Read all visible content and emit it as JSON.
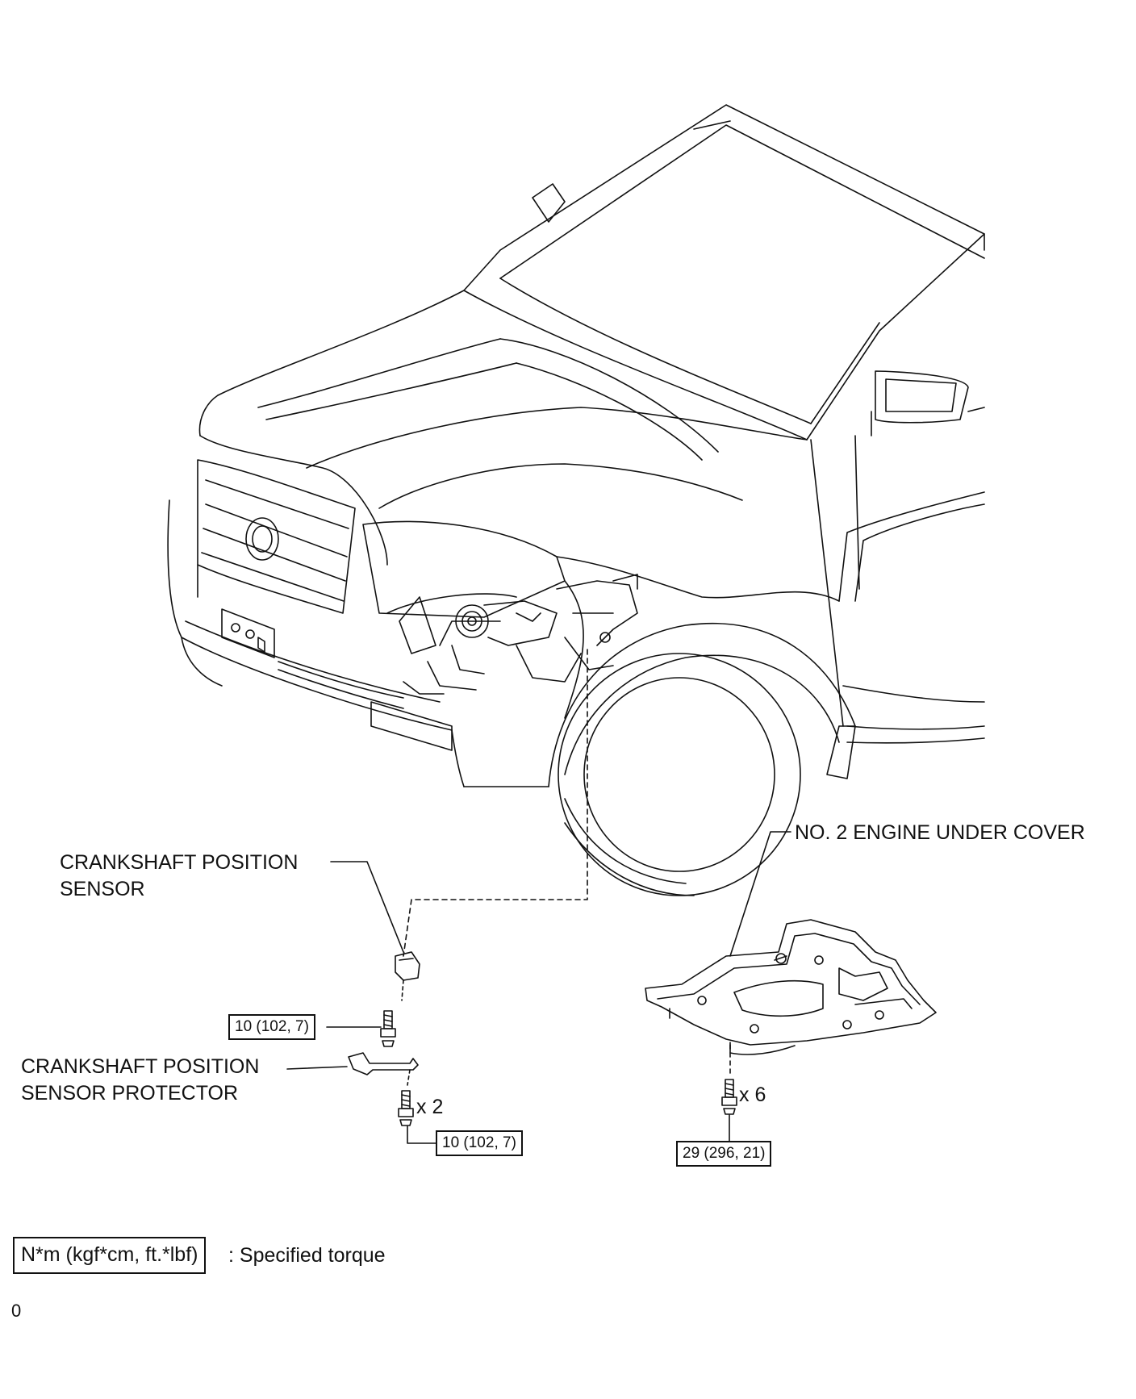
{
  "labels": {
    "crankshaft_sensor": [
      "CRANKSHAFT POSITION",
      "SENSOR"
    ],
    "crankshaft_protector": [
      "CRANKSHAFT POSITION",
      "SENSOR PROTECTOR"
    ],
    "under_cover": "NO. 2 ENGINE UNDER COVER"
  },
  "torques": {
    "sensor_bolt": "10 (102, 7)",
    "protector_bolt": "10 (102, 7)",
    "cover_bolt": "29 (296, 21)"
  },
  "quantities": {
    "protector_bolts": "x 2",
    "cover_bolts": "x 6"
  },
  "legend": {
    "unit_box": "N*m (kgf*cm, ft.*lbf)",
    "description": ": Specified torque"
  },
  "footer": {
    "code": "0"
  },
  "colors": {
    "line": "#111111",
    "background": "#ffffff"
  }
}
